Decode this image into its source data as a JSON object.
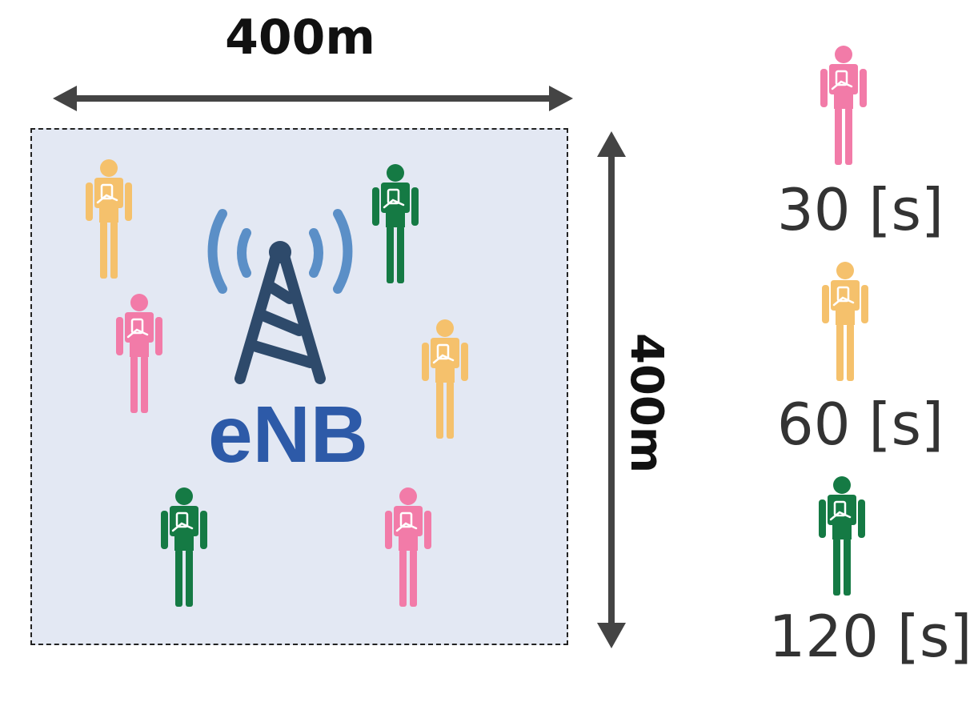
{
  "area": {
    "width_label": "400m",
    "height_label": "400m",
    "base_station_label": "eNB"
  },
  "legend": [
    {
      "label": "30 [s]"
    },
    {
      "label": "60 [s]"
    },
    {
      "label": "120 [s]"
    }
  ],
  "colors": {
    "pink": "#f27ba8",
    "yellow": "#f5c16c",
    "green": "#157a44",
    "tower": "#2e4a6b",
    "signal": "#5b8fc7",
    "enb_text": "#2d5aa8",
    "area_fill": "#e3e8f3",
    "arrow": "#444444"
  },
  "icons": {
    "person": "person-with-phone-icon",
    "tower": "cell-tower-icon"
  }
}
